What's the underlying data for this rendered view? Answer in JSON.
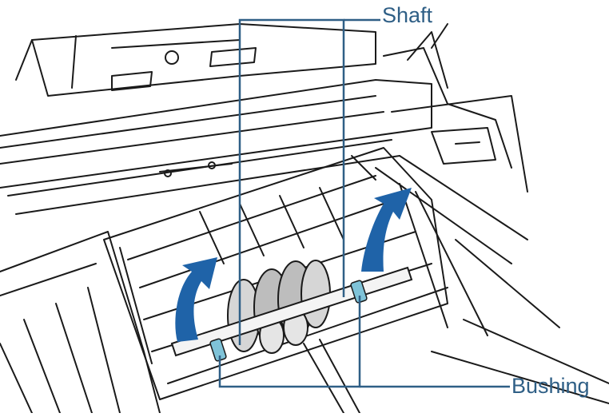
{
  "callouts": {
    "shaft": "Shaft",
    "bushing": "Bushing"
  },
  "colors": {
    "leader_line": "#2f5f86",
    "label_text": "#2f5f86",
    "arrow_fill": "#1f63a8",
    "bushing_highlight": "#7fc3d8",
    "line_art": "#1a1a1a",
    "paper": "#ffffff"
  },
  "figure": {
    "subject": "scanner-interior-with-roller-assembly",
    "arrows": [
      "upward-arrow-left",
      "upward-arrow-right"
    ]
  }
}
